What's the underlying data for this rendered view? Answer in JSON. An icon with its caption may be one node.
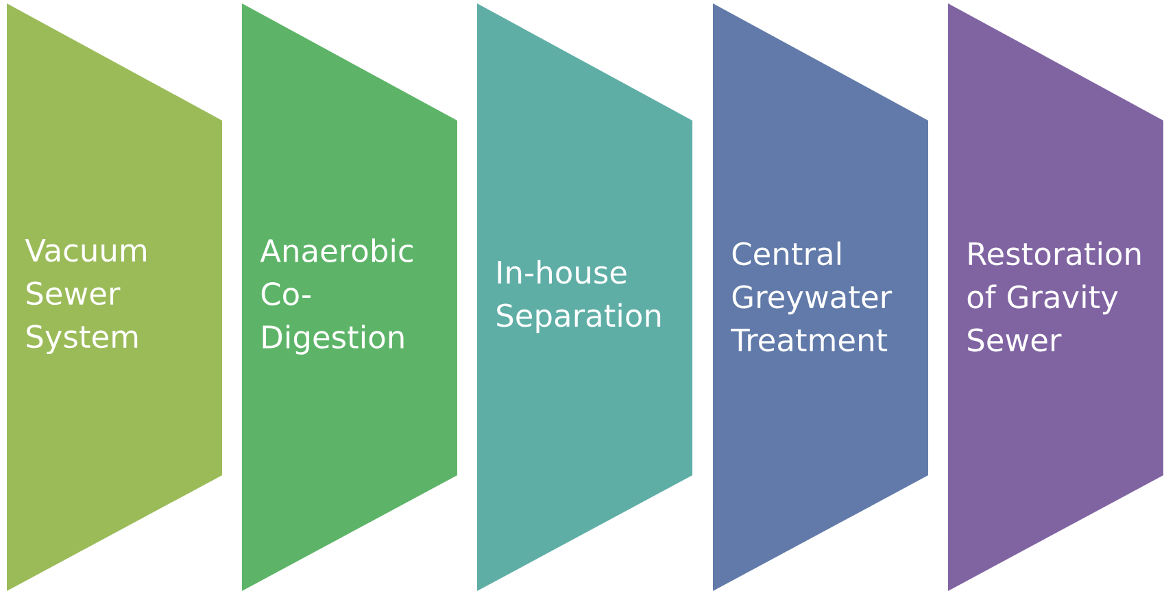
{
  "diagram": {
    "nodes": [
      {
        "text": [
          "Vacuum Sewer System"
        ]
      },
      {
        "text": [
          "Anaerobic Co-Digestion"
        ]
      },
      {
        "text": [
          "In-house Separation"
        ]
      },
      {
        "text": [
          "Central Greywater Treatment"
        ]
      },
      {
        "text": [
          "Restoration of Gravity Sewer"
        ]
      }
    ]
  }
}
